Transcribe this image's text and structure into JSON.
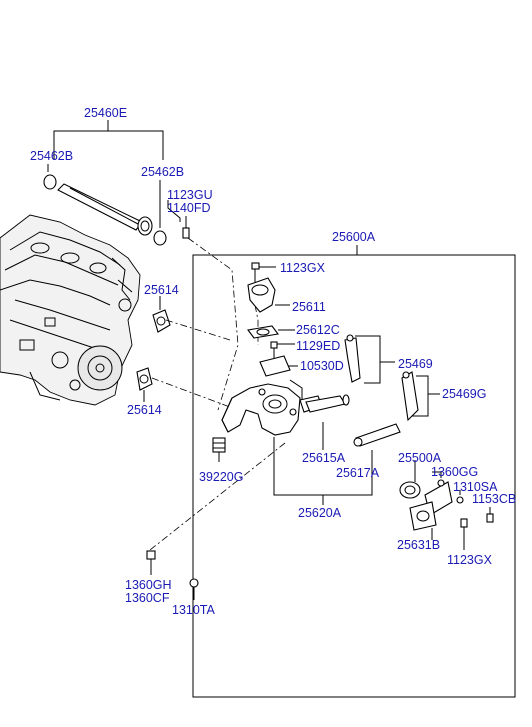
{
  "part_labels": {
    "p25460E": "25460E",
    "p25462B_left": "25462B",
    "p25462B_right": "25462B",
    "p1123GU": "1123GU",
    "p1140FD": "1140FD",
    "p25600A": "25600A",
    "p1123GX_top": "1123GX",
    "p25614_top": "25614",
    "p25611": "25611",
    "p25612C": "25612C",
    "p1129ED": "1129ED",
    "p10530D": "10530D",
    "p25469": "25469",
    "p25469G": "25469G",
    "p25614_bottom": "25614",
    "p39220G": "39220G",
    "p25615A": "25615A",
    "p25617A": "25617A",
    "p25500A": "25500A",
    "p1360GG": "1360GG",
    "p1310SA": "1310SA",
    "p1153CB": "1153CB",
    "p25620A": "25620A",
    "p25631B": "25631B",
    "p1123GX_bottom": "1123GX",
    "p1360GH": "1360GH",
    "p1360CF": "1360CF",
    "p1310TA": "1310TA"
  },
  "colors": {
    "label": "#1a1ab4",
    "line": "#000000",
    "background": "#ffffff"
  }
}
